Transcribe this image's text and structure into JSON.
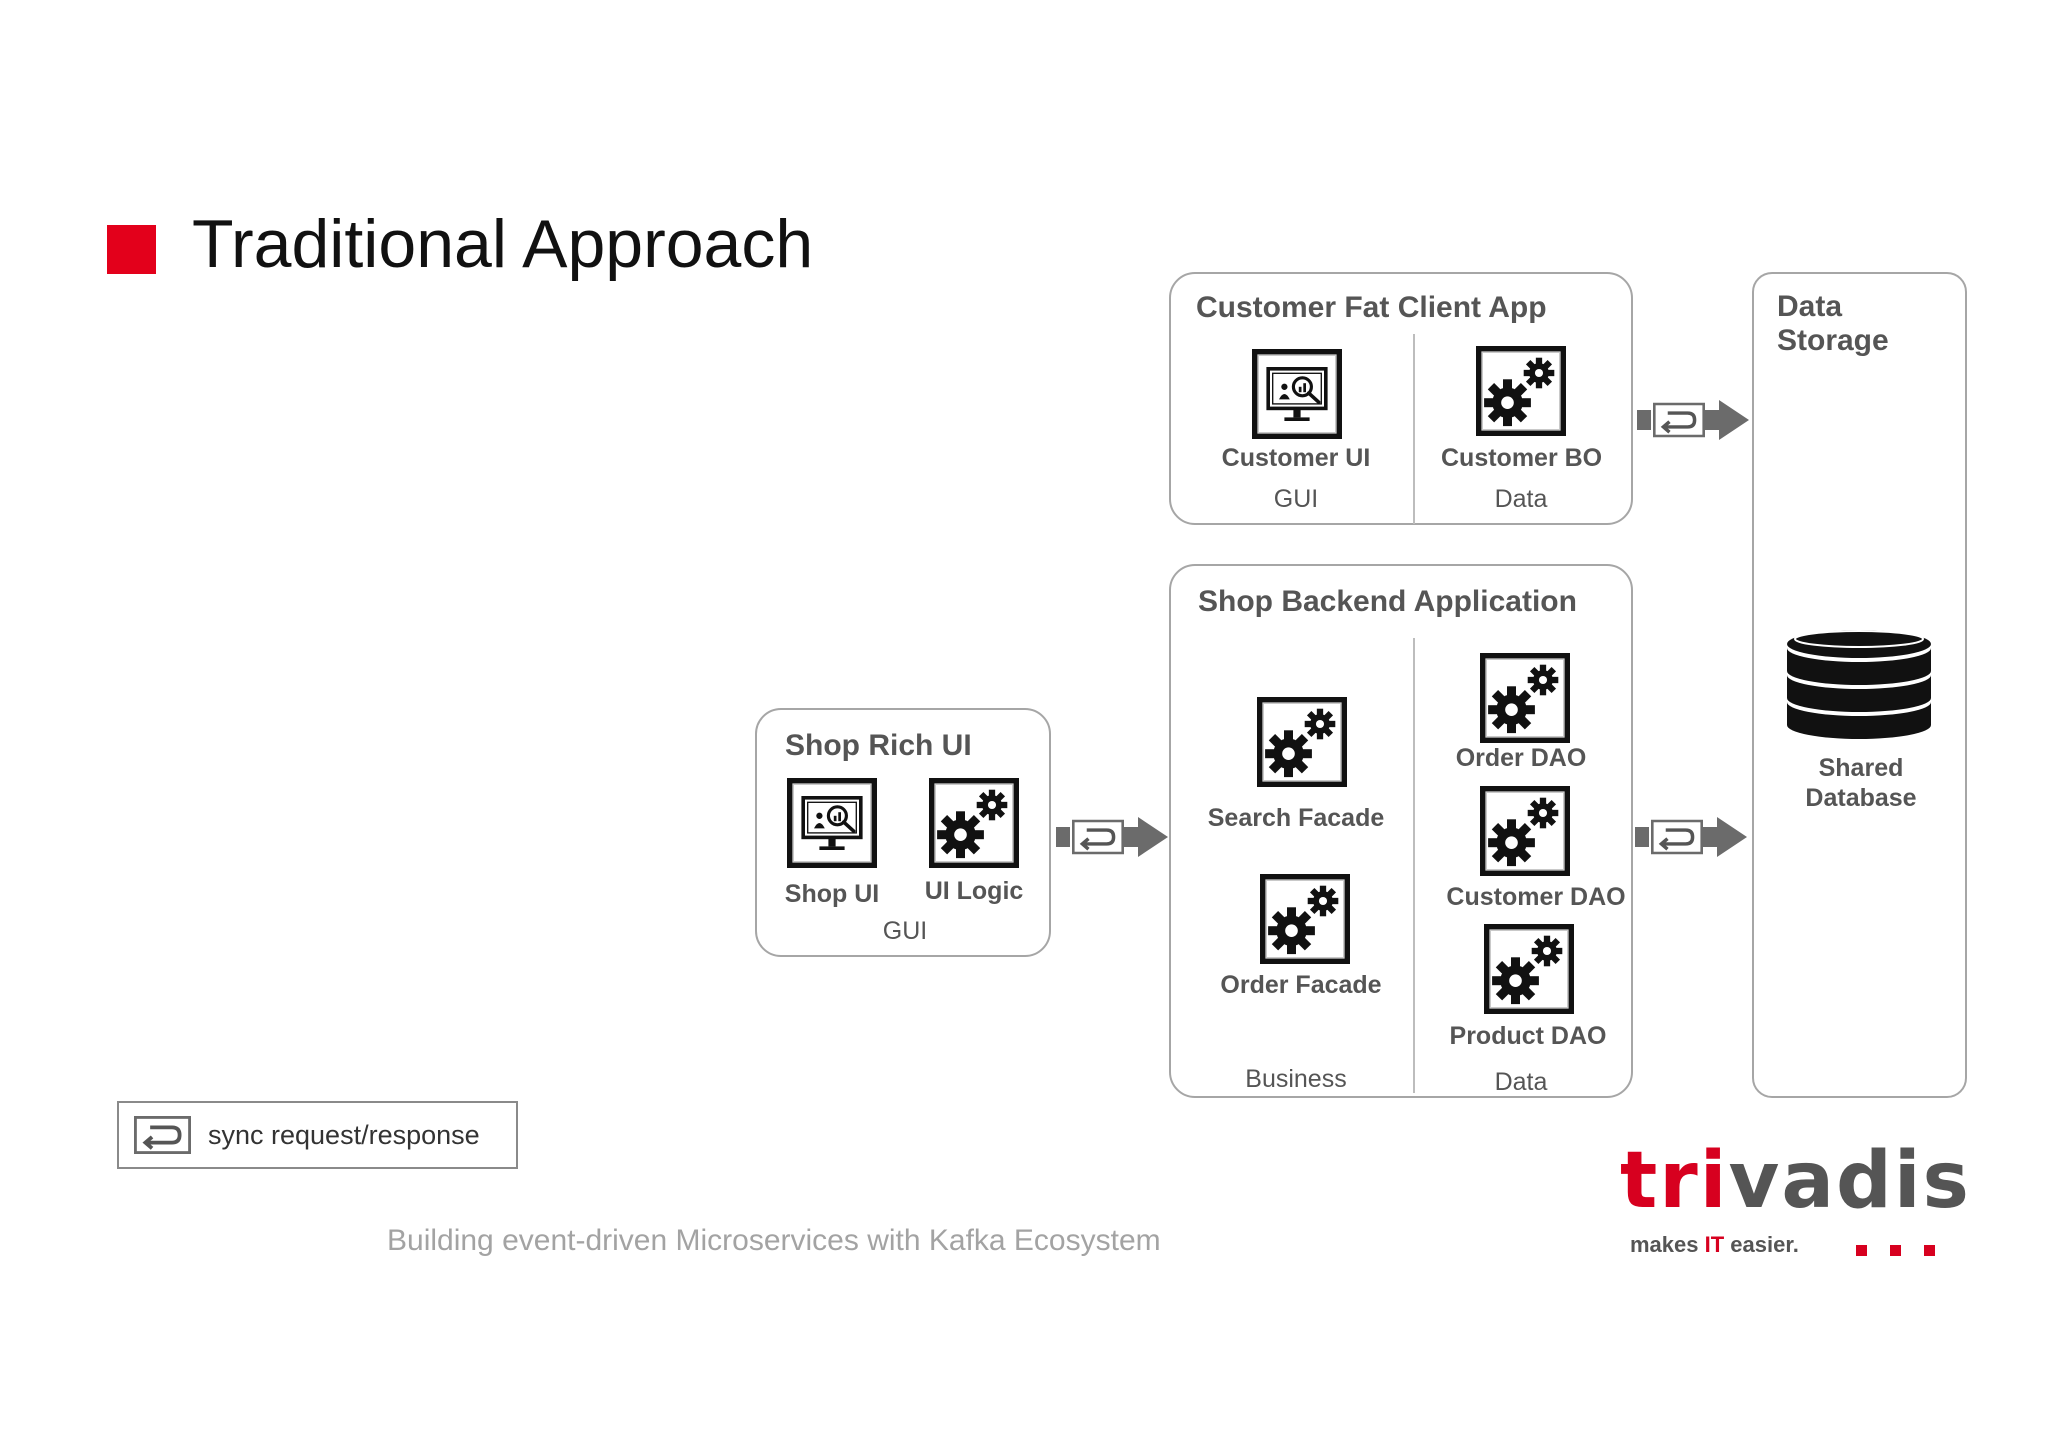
{
  "slide": {
    "title": "Traditional Approach",
    "footer": "Building event-driven Microservices with Kafka Ecosystem"
  },
  "legend": {
    "label": "sync request/response",
    "icon": "sync-request-response-icon"
  },
  "colors": {
    "accent_red": "#e3001b",
    "box_border": "#a6a6a6",
    "arrow_gray": "#6b6b6b",
    "icon_black": "#111111"
  },
  "customer_app": {
    "title": "Customer  Fat Client App",
    "ui_label": "Customer UI",
    "ui_layer": "GUI",
    "bo_label": "Customer BO",
    "bo_layer": "Data"
  },
  "shop_rich_ui": {
    "title": "Shop Rich UI",
    "ui_label": "Shop UI",
    "logic_label": "UI Logic",
    "layer": "GUI"
  },
  "shop_backend": {
    "title": "Shop Backend Application",
    "search_facade": "Search Facade",
    "order_facade": "Order Facade",
    "order_dao": "Order DAO",
    "customer_dao": "Customer DAO",
    "product_dao": "Product DAO",
    "business_layer": "Business",
    "data_layer": "Data"
  },
  "data_storage": {
    "title_line1": "Data",
    "title_line2": "Storage",
    "db_line1": "Shared",
    "db_line2": "Database"
  },
  "logo": {
    "name": "trivadis",
    "tagline_pre": "makes ",
    "tagline_it": "IT",
    "tagline_post": " easier."
  }
}
